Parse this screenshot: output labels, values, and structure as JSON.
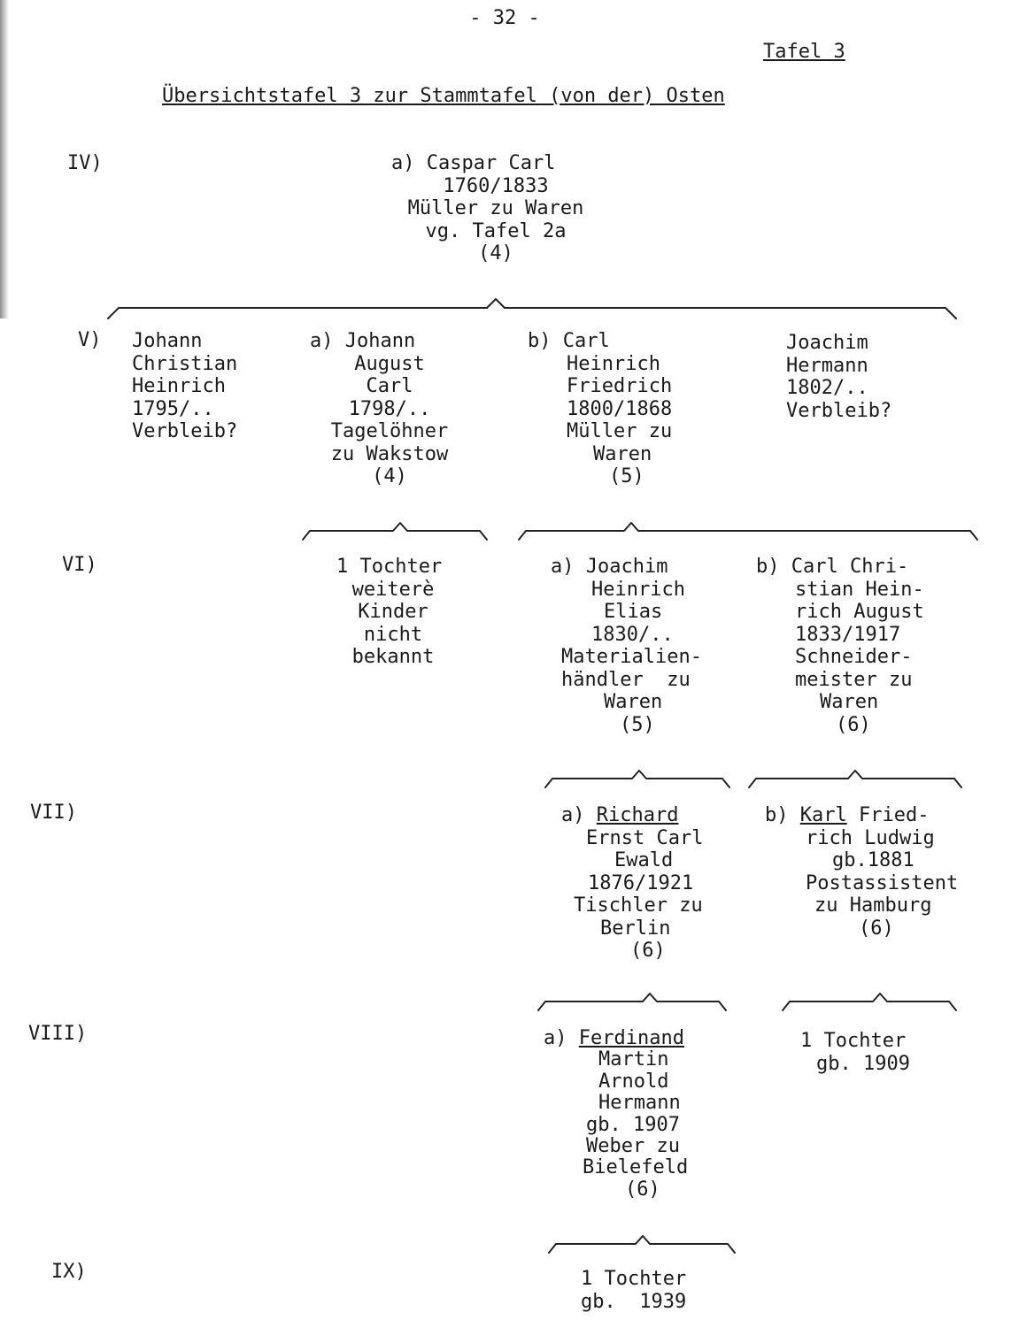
{
  "header": {
    "page_number": "- 32 -",
    "table_label": "Tafel 3",
    "title": "Übersichtstafel 3 zur Stammtafel (von der) Osten"
  },
  "generations": [
    "IV)",
    "V)",
    "VI)",
    "VII)",
    "VIII)",
    "IX)"
  ],
  "nodes": {
    "caspar": {
      "lines": [
        "a) Caspar Carl",
        "1760/1833",
        "Müller zu Waren",
        "vg. Tafel 2a",
        "(4)"
      ]
    },
    "johann_christian": {
      "lines": [
        "Johann",
        "Christian",
        "Heinrich",
        "1795/..",
        "Verbleib?"
      ]
    },
    "johann_august": {
      "lines": [
        "a) Johann",
        "August",
        "Carl",
        "1798/..",
        "Tagelöhner",
        "zu Wakstow",
        "(4)"
      ]
    },
    "carl_heinrich": {
      "lines": [
        "b) Carl",
        "Heinrich",
        "Friedrich",
        "1800/1868",
        "Müller zu",
        "Waren",
        "(5)"
      ]
    },
    "joachim_hermann": {
      "lines": [
        "Joachim",
        "Hermann",
        "1802/..",
        "Verbleib?"
      ]
    },
    "tochter_vi": {
      "lines": [
        "1 Tochter",
        "weiterè",
        "Kinder",
        "nicht",
        "bekannt"
      ]
    },
    "joachim_heinrich": {
      "lines": [
        "a) Joachim",
        "Heinrich",
        "Elias",
        "1830/..",
        "Materialien-",
        "händler  zu",
        "Waren",
        "(5)"
      ]
    },
    "carl_christian": {
      "lines": [
        "b) Carl Chri-",
        "stian Hein-",
        "rich August",
        "1833/1917",
        "Schneider-",
        "meister zu",
        "Waren",
        "(6)"
      ]
    },
    "richard": {
      "prefix": "a) ",
      "name": "Richard",
      "lines": [
        "Ernst Carl",
        "Ewald",
        "1876/1921",
        "Tischler zu",
        "Berlin",
        "(6)"
      ]
    },
    "karl": {
      "prefix": "b) ",
      "name": "Karl",
      "suffix": " Fried-",
      "lines": [
        "rich Ludwig",
        "gb.1881",
        "Postassistent",
        "zu Hamburg",
        "(6)"
      ]
    },
    "ferdinand": {
      "prefix": "a) ",
      "name": "Ferdinand",
      "lines": [
        "Martin",
        "Arnold",
        "Hermann",
        "gb. 1907",
        "Weber zu",
        "Bielefeld",
        "(6)"
      ]
    },
    "tochter_viii": {
      "lines": [
        "1 Tochter",
        "gb. 1909"
      ]
    },
    "tochter_ix": {
      "lines": [
        "1 Tochter",
        "gb.  1939"
      ]
    }
  }
}
